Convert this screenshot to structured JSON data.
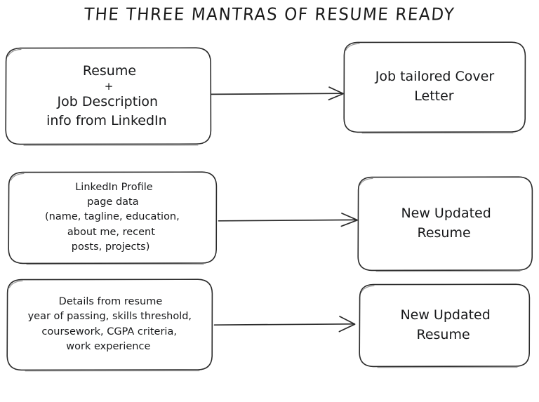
{
  "diagram": {
    "title": "THE THREE MANTRAS OF RESUME READY",
    "background_color": "#ffffff",
    "stroke_color": "#2b2b2b",
    "text_color": "#17181a",
    "style": "hand-drawn-sketch"
  },
  "nodes": {
    "source_resume": {
      "lines": [
        "Resume",
        "+",
        "Job Description",
        "info from LinkedIn"
      ]
    },
    "cover_letter": {
      "lines": [
        "Job tailored Cover",
        "Letter"
      ]
    },
    "linkedin_data": {
      "lines": [
        "LinkedIn Profile",
        "page data",
        "(name, tagline, education,",
        "about me, recent",
        "posts, projects)"
      ]
    },
    "resume_details": {
      "lines": [
        "Details from resume",
        "year of passing, skills threshold,",
        "coursework, CGPA criteria,",
        "work experience"
      ]
    },
    "updated_resume_1": {
      "lines": [
        "New Updated",
        "Resume"
      ]
    },
    "updated_resume_2": {
      "lines": [
        "New Updated",
        "Resume"
      ]
    }
  },
  "connectors": [
    {
      "name": "arrow-resume-to-cover-letter",
      "from": "source_resume",
      "to": "cover_letter",
      "label": ""
    },
    {
      "name": "arrow-linkedin-to-updated-resume",
      "from": "linkedin_data",
      "to": "updated_resume_1",
      "label": ""
    },
    {
      "name": "arrow-details-to-updated-resume",
      "from": "resume_details",
      "to": "updated_resume_2",
      "label": ""
    }
  ]
}
